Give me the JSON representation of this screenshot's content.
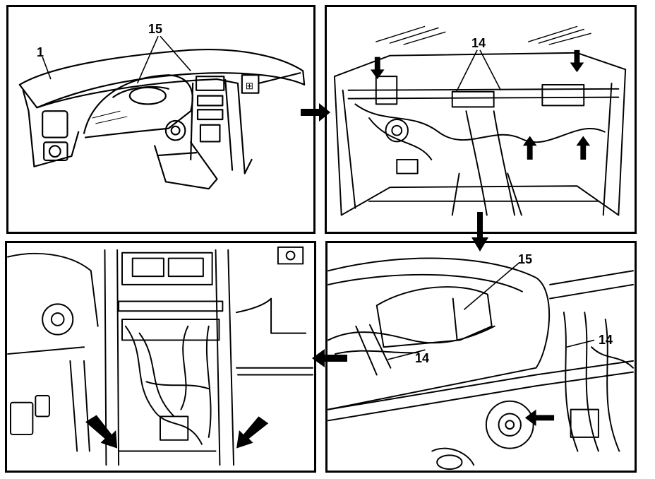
{
  "callouts": {
    "p1_label_a": "1",
    "p1_label_b": "15",
    "p2_label_a": "14",
    "p4_label_a": "15",
    "p4_label_b": "14",
    "p4_label_c": "14"
  },
  "colors": {
    "ink": "#000000",
    "paper": "#ffffff"
  },
  "icons": [
    "arrow-right-icon",
    "arrow-down-icon",
    "arrow-left-icon",
    "arrow-up-icon"
  ]
}
